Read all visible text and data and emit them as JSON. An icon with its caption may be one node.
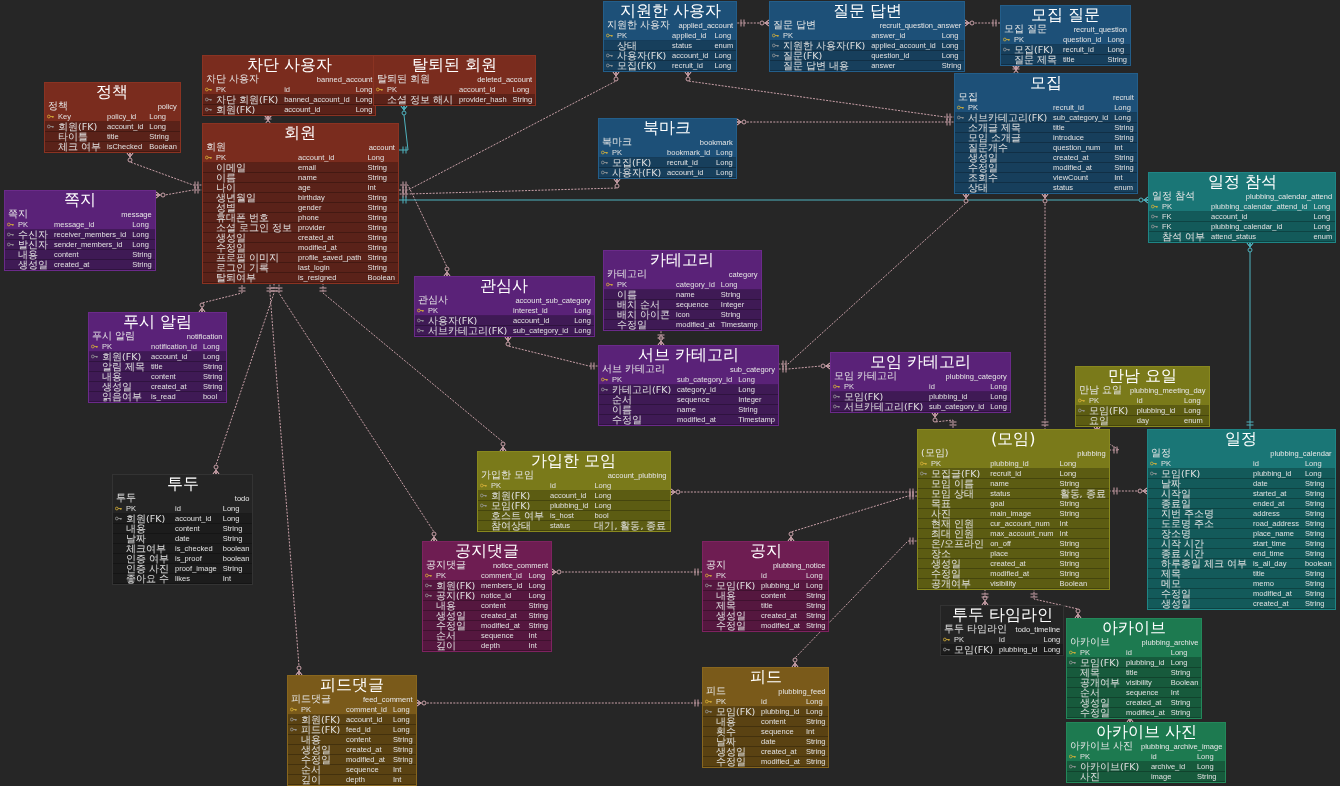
{
  "diagram": {
    "nodes": [
      {
        "text": [
          "정책",
          "정책",
          "policy",
          "Key",
          "policy_id",
          "Long",
          "회원(FK)",
          "account_id",
          "Long",
          "타이틀",
          "title",
          "String",
          "체크 여부",
          "isChecked",
          "Boolean"
        ]
      },
      {
        "text": [
          "차단 사용자",
          "차단 사용자",
          "banned_account",
          "PK",
          "id",
          "Long",
          "차단 회원(FK)",
          "banned_account_id",
          "Long",
          "회원(FK)",
          "account_id",
          "Long"
        ]
      },
      {
        "text": [
          "탈퇴된 회원",
          "탈퇴된 회원",
          "deleted_account",
          "PK",
          "account_id",
          "Long",
          "소셜 정보 해시",
          "provider_hash",
          "String"
        ]
      },
      {
        "text": [
          "회원",
          "회원",
          "account",
          "PK",
          "account_id",
          "Long",
          "이메일",
          "email",
          "String",
          "이름",
          "name",
          "String",
          "나이",
          "age",
          "Int",
          "생년월일",
          "birthday",
          "String",
          "성별",
          "gender",
          "String",
          "휴대폰 번호",
          "phone",
          "String",
          "소셜 로그인 정보",
          "provider",
          "String",
          "생성일",
          "created_at",
          "String",
          "수정일",
          "modified_at",
          "String",
          "프로필 이미지",
          "profile_saved_path",
          "String",
          "로그인 기록",
          "last_login",
          "String",
          "탈퇴여부",
          "is_resigned",
          "Boolean"
        ]
      },
      {
        "text": [
          "쪽지",
          "쪽지",
          "message",
          "PK",
          "message_id",
          "Long",
          "수신자",
          "receiver_members_id",
          "Long",
          "발신자",
          "sender_members_id",
          "Long",
          "내용",
          "content",
          "String",
          "생성일",
          "created_at",
          "String"
        ]
      },
      {
        "text": [
          "푸시 알림",
          "푸시 알림",
          "notification",
          "PK",
          "notification_id",
          "Long",
          "회원(FK)",
          "account_id",
          "Long",
          "알림 제목",
          "title",
          "String",
          "내용",
          "content",
          "String",
          "생성일",
          "created_at",
          "String",
          "읽음여부",
          "is_read",
          "bool"
        ]
      },
      {
        "text": [
          "투두",
          "투두",
          "todo",
          "PK",
          "id",
          "Long",
          "회원(FK)",
          "account_id",
          "Long",
          "내용",
          "content",
          "String",
          "날짜",
          "date",
          "String",
          "체크여부",
          "is_checked",
          "boolean",
          "인증 여부",
          "is_proof",
          "boolean",
          "인증 사진",
          "proof_image",
          "String",
          "좋아요 수",
          "likes",
          "Int"
        ]
      },
      {
        "text": [
          "관심사",
          "관심사",
          "account_sub_category",
          "PK",
          "interest_id",
          "Long",
          "사용자(FK)",
          "account_id",
          "Long",
          "서브카테고리(FK)",
          "sub_category_id",
          "Long"
        ]
      },
      {
        "text": [
          "지원한 사용자",
          "지원한 사용자",
          "applied_account",
          "PK",
          "applied_id",
          "Long",
          "상태",
          "status",
          "enum",
          "사용자(FK)",
          "account_id",
          "Long",
          "모집(FK)",
          "recruit_id",
          "Long"
        ]
      },
      {
        "text": [
          "질문 답변",
          "질문 답변",
          "recruit_question_answer",
          "PK",
          "answer_id",
          "Long",
          "지원한 사용자(FK)",
          "applied_account_id",
          "Long",
          "질문(FK)",
          "question_id",
          "Long",
          "질문 답변 내용",
          "answer",
          "String"
        ]
      },
      {
        "text": [
          "모집 질문",
          "모집 질문",
          "recruit_question",
          "PK",
          "question_id",
          "Long",
          "모집(FK)",
          "recruit_id",
          "Long",
          "질문 제목",
          "title",
          "String"
        ]
      },
      {
        "text": [
          "북마크",
          "북마크",
          "bookmark",
          "PK",
          "bookmark_id",
          "Long",
          "모집(FK)",
          "recruit_id",
          "Long",
          "사용자(FK)",
          "account_id",
          "Long"
        ]
      },
      {
        "text": [
          "모집",
          "모집",
          "recruit",
          "PK",
          "recruit_id",
          "Long",
          "서브카테고리(FK)",
          "sub_category_id",
          "Long",
          "소개글 제목",
          "title",
          "String",
          "모임 소개글",
          "introduce",
          "String",
          "질문개수",
          "question_num",
          "Int",
          "생성일",
          "created_at",
          "String",
          "수정일",
          "modified_at",
          "String",
          "조회수",
          "viewCount",
          "Int",
          "상태",
          "status",
          "enum"
        ]
      },
      {
        "text": [
          "카테고리",
          "카테고리",
          "category",
          "PK",
          "category_id",
          "Long",
          "이름",
          "name",
          "String",
          "배치 순서",
          "sequence",
          "Integer",
          "배치 아이콘",
          "icon",
          "String",
          "수정일",
          "modified_at",
          "Timestamp"
        ]
      },
      {
        "text": [
          "서브 카테고리",
          "서브 카테고리",
          "sub_category",
          "PK",
          "sub_category_id",
          "Long",
          "카테고리(FK)",
          "category_id",
          "Long",
          "순서",
          "sequence",
          "Integer",
          "이름",
          "name",
          "String",
          "수정일",
          "modified_at",
          "Timestamp"
        ]
      },
      {
        "text": [
          "모임 카테고리",
          "모임 카테고리",
          "plubbing_category",
          "PK",
          "id",
          "Long",
          "모임(FK)",
          "plubbing_id",
          "Long",
          "서브카테고리(FK)",
          "sub_category_id",
          "Long"
        ]
      },
      {
        "text": [
          "일정 참석",
          "일정 참석",
          "plubbing_calendar_attend",
          "PK",
          "plubbing_calendar_attend_id",
          "Long",
          "FK",
          "account_id",
          "Long",
          "FK",
          "plubbing_calendar_id",
          "Long",
          "참석 여부",
          "attend_status",
          "enum"
        ]
      },
      {
        "text": [
          "만남 요일",
          "만남 요일",
          "plubbing_meeting_day",
          "PK",
          "id",
          "Long",
          "모임(FK)",
          "plubbing_id",
          "Long",
          "요일",
          "day",
          "enum"
        ]
      },
      {
        "text": [
          "(모임)",
          "(모임)",
          "plubbing",
          "PK",
          "plubbing_id",
          "Long",
          "모집글(FK)",
          "recruit_id",
          "Long",
          "모임 이름",
          "name",
          "String",
          "모임 상태",
          "status",
          "활동, 종료",
          "목표",
          "goal",
          "String",
          "사진",
          "main_image",
          "String",
          "현재 인원",
          "cur_account_num",
          "Int",
          "최대 인원",
          "max_account_num",
          "Int",
          "온/오프라인",
          "on_off",
          "String",
          "장소",
          "place",
          "String",
          "생성일",
          "created_at",
          "String",
          "수정일",
          "modified_at",
          "String",
          "공개여부",
          "visibility",
          "Boolean"
        ]
      },
      {
        "text": [
          "일정",
          "일정",
          "plubbing_calendar",
          "PK",
          "id",
          "Long",
          "모임(FK)",
          "plubbing_id",
          "Long",
          "날짜",
          "date",
          "String",
          "시작일",
          "started_at",
          "String",
          "종료일",
          "ended_at",
          "String",
          "지번 주소명",
          "address",
          "String",
          "도로명 주소",
          "road_address",
          "String",
          "장소명",
          "place_name",
          "String",
          "시작 시간",
          "start_time",
          "String",
          "종료 시간",
          "end_time",
          "String",
          "하루종일 체크 여부",
          "is_all_day",
          "boolean",
          "제목",
          "title",
          "String",
          "메모",
          "memo",
          "String",
          "수정일",
          "modified_at",
          "String",
          "생성일",
          "created_at",
          "String"
        ]
      },
      {
        "text": [
          "가입한 모임",
          "가입한 모임",
          "account_plubbing",
          "PK",
          "id",
          "Long",
          "회원(FK)",
          "account_id",
          "Long",
          "모임(FK)",
          "plubbing_id",
          "Long",
          "호스트 여부",
          "is_host",
          "bool",
          "참여상태",
          "status",
          "대기, 활동, 종료"
        ]
      },
      {
        "text": [
          "공지댓글",
          "공지댓글",
          "notice_comment",
          "PK",
          "comment_id",
          "Long",
          "회원(FK)",
          "members_id",
          "Long",
          "공지(FK)",
          "notice_id",
          "Long",
          "내용",
          "content",
          "String",
          "생성일",
          "created_at",
          "String",
          "수정일",
          "modified_at",
          "String",
          "순서",
          "sequence",
          "Int",
          "깊이",
          "depth",
          "Int"
        ]
      },
      {
        "text": [
          "공지",
          "공지",
          "plubbing_notice",
          "PK",
          "id",
          "Long",
          "모임(FK)",
          "plubbing_id",
          "Long",
          "내용",
          "content",
          "String",
          "제목",
          "title",
          "String",
          "생성일",
          "created_at",
          "String",
          "수정일",
          "modified_at",
          "String"
        ]
      },
      {
        "text": [
          "피드",
          "피드",
          "plubbing_feed",
          "PK",
          "id",
          "Long",
          "모임(FK)",
          "plubbing_id",
          "Long",
          "내용",
          "content",
          "String",
          "횟수",
          "sequence",
          "Int",
          "날짜",
          "date",
          "String",
          "생성일",
          "created_at",
          "String",
          "수정일",
          "modified_at",
          "String"
        ]
      },
      {
        "text": [
          "피드댓글",
          "피드댓글",
          "feed_comment",
          "PK",
          "comment_id",
          "Long",
          "회원(FK)",
          "account_id",
          "Long",
          "피드(FK)",
          "feed_id",
          "Long",
          "내용",
          "content",
          "String",
          "생성일",
          "created_at",
          "String",
          "수정일",
          "modified_at",
          "String",
          "순서",
          "sequence",
          "Int",
          "깊이",
          "depth",
          "Int"
        ]
      },
      {
        "text": [
          "투두 타임라인",
          "투두 타임라인",
          "todo_timeline",
          "PK",
          "id",
          "Long",
          "모임(FK)",
          "plubbing_id",
          "Long"
        ]
      },
      {
        "text": [
          "아카이브",
          "아카이브",
          "plubbing_archive",
          "PK",
          "id",
          "Long",
          "모임(FK)",
          "plubbing_id",
          "Long",
          "제목",
          "title",
          "String",
          "공개여부",
          "visibility",
          "Boolean",
          "순서",
          "sequence",
          "Int",
          "생성일",
          "created_at",
          "String",
          "수정일",
          "modified_at",
          "String"
        ]
      },
      {
        "text": [
          "아카이브 사진",
          "아카이브 사진",
          "plubbing_archive_image",
          "PK",
          "id",
          "Long",
          "아카이브(FK)",
          "archive_id",
          "Long",
          "사진",
          "image",
          "String"
        ]
      }
    ],
    "edges": [
      {
        "from": 0,
        "to": 3,
        "arrow": "other",
        "style": "dashed"
      },
      {
        "from": 1,
        "to": 3,
        "arrow": "other",
        "style": "dashed"
      },
      {
        "from": 2,
        "to": 3,
        "arrow": "other",
        "color": "#4fb3bf"
      },
      {
        "from": 4,
        "to": 3,
        "arrow": "other",
        "style": "dashed"
      },
      {
        "from": 5,
        "to": 3,
        "arrow": "other",
        "style": "dashed"
      },
      {
        "from": 6,
        "to": 3,
        "arrow": "other",
        "style": "dashed"
      },
      {
        "from": 24,
        "to": 3,
        "arrow": "other",
        "style": "dashed"
      },
      {
        "from": 21,
        "to": 3,
        "arrow": "other",
        "style": "dashed"
      },
      {
        "from": 20,
        "to": 3,
        "arrow": "other",
        "style": "dashed"
      },
      {
        "from": 7,
        "to": 3,
        "arrow": "other",
        "style": "dashed"
      },
      {
        "from": 8,
        "to": 3,
        "arrow": "other",
        "style": "dashed"
      },
      {
        "from": 11,
        "to": 3,
        "arrow": "other",
        "style": "dashed"
      },
      {
        "from": 16,
        "to": 3,
        "arrow": "other",
        "color": "#4fb3bf"
      },
      {
        "from": 9,
        "to": 8,
        "arrow": "other",
        "style": "dashed"
      },
      {
        "from": 9,
        "to": 10,
        "arrow": "other",
        "style": "dashed"
      },
      {
        "from": 10,
        "to": 12,
        "arrow": "other",
        "style": "dashed"
      },
      {
        "from": 8,
        "to": 12,
        "arrow": "other",
        "style": "dashed"
      },
      {
        "from": 11,
        "to": 12,
        "arrow": "other",
        "style": "dashed"
      },
      {
        "from": 7,
        "to": 14,
        "arrow": "other",
        "style": "dashed"
      },
      {
        "from": 14,
        "to": 13,
        "arrow": "other",
        "style": "dashed"
      },
      {
        "from": 15,
        "to": 14,
        "arrow": "other",
        "style": "dashed"
      },
      {
        "from": 12,
        "to": 14,
        "arrow": "other",
        "style": "dashed"
      },
      {
        "from": 15,
        "to": 18,
        "arrow": "other",
        "style": "dashed"
      },
      {
        "from": 12,
        "to": 18,
        "arrow": "other",
        "style": "dashed"
      },
      {
        "from": 17,
        "to": 18,
        "arrow": "other",
        "style": "dashed"
      },
      {
        "from": 19,
        "to": 18,
        "arrow": "other",
        "style": "dashed"
      },
      {
        "from": 16,
        "to": 19,
        "arrow": "other",
        "color": "#4fb3bf"
      },
      {
        "from": 20,
        "to": 18,
        "arrow": "other",
        "style": "dashed"
      },
      {
        "from": 22,
        "to": 18,
        "arrow": "other",
        "style": "dashed"
      },
      {
        "from": 23,
        "to": 18,
        "arrow": "other",
        "style": "dashed"
      },
      {
        "from": 25,
        "to": 18,
        "arrow": "other",
        "style": "dashed"
      },
      {
        "from": 26,
        "to": 18,
        "arrow": "other",
        "style": "dashed"
      },
      {
        "from": 27,
        "to": 26,
        "arrow": "other",
        "style": "dashed"
      },
      {
        "from": 21,
        "to": 22,
        "arrow": "other",
        "style": "dashed"
      },
      {
        "from": 24,
        "to": 23,
        "arrow": "other",
        "style": "dashed"
      }
    ]
  }
}
